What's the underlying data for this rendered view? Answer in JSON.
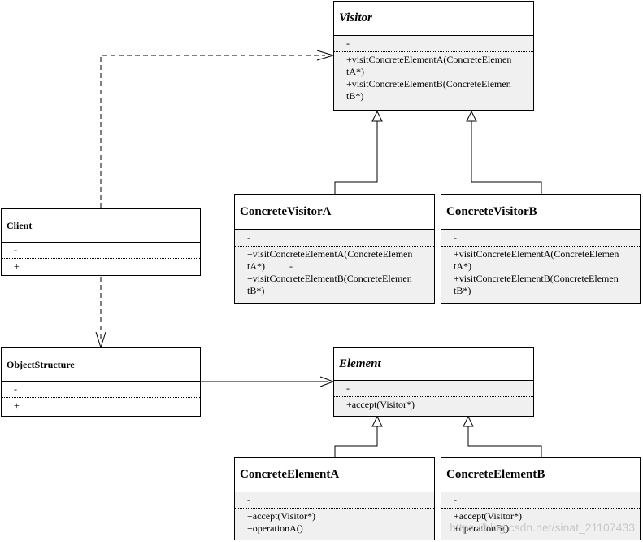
{
  "classes": {
    "visitor": {
      "name": "Visitor",
      "attr": "-",
      "ops": [
        "+visitConcreteElementA(ConcreteElemen\ntA*)",
        "+visitConcreteElementB(ConcreteElemen\ntB*)"
      ]
    },
    "concrete_visitor_a": {
      "name": "ConcreteVisitorA",
      "attr": "-",
      "ops": [
        "+visitConcreteElementA(ConcreteElemen\ntA*)          -",
        "+visitConcreteElementB(ConcreteElemen\ntB*)"
      ]
    },
    "concrete_visitor_b": {
      "name": "ConcreteVisitorB",
      "attr": "-",
      "ops": [
        "+visitConcreteElementA(ConcreteElemen\ntA*)",
        "+visitConcreteElementB(ConcreteElemen\ntB*)"
      ]
    },
    "client": {
      "name": "Client",
      "attr": "-",
      "ops": [
        "+"
      ]
    },
    "object_structure": {
      "name": "ObjectStructure",
      "attr": "-",
      "ops": [
        "+"
      ]
    },
    "element": {
      "name": "Element",
      "attr": "-",
      "ops": [
        "+accept(Visitor*)"
      ]
    },
    "concrete_element_a": {
      "name": "ConcreteElementA",
      "attr": "-",
      "ops": [
        "+accept(Visitor*)",
        "+operationA()"
      ]
    },
    "concrete_element_b": {
      "name": "ConcreteElementB",
      "attr": "-",
      "ops": [
        "+accept(Visitor*)",
        "+operationB()"
      ]
    }
  },
  "watermark": "https://blog.csdn.net/sinat_21107433"
}
